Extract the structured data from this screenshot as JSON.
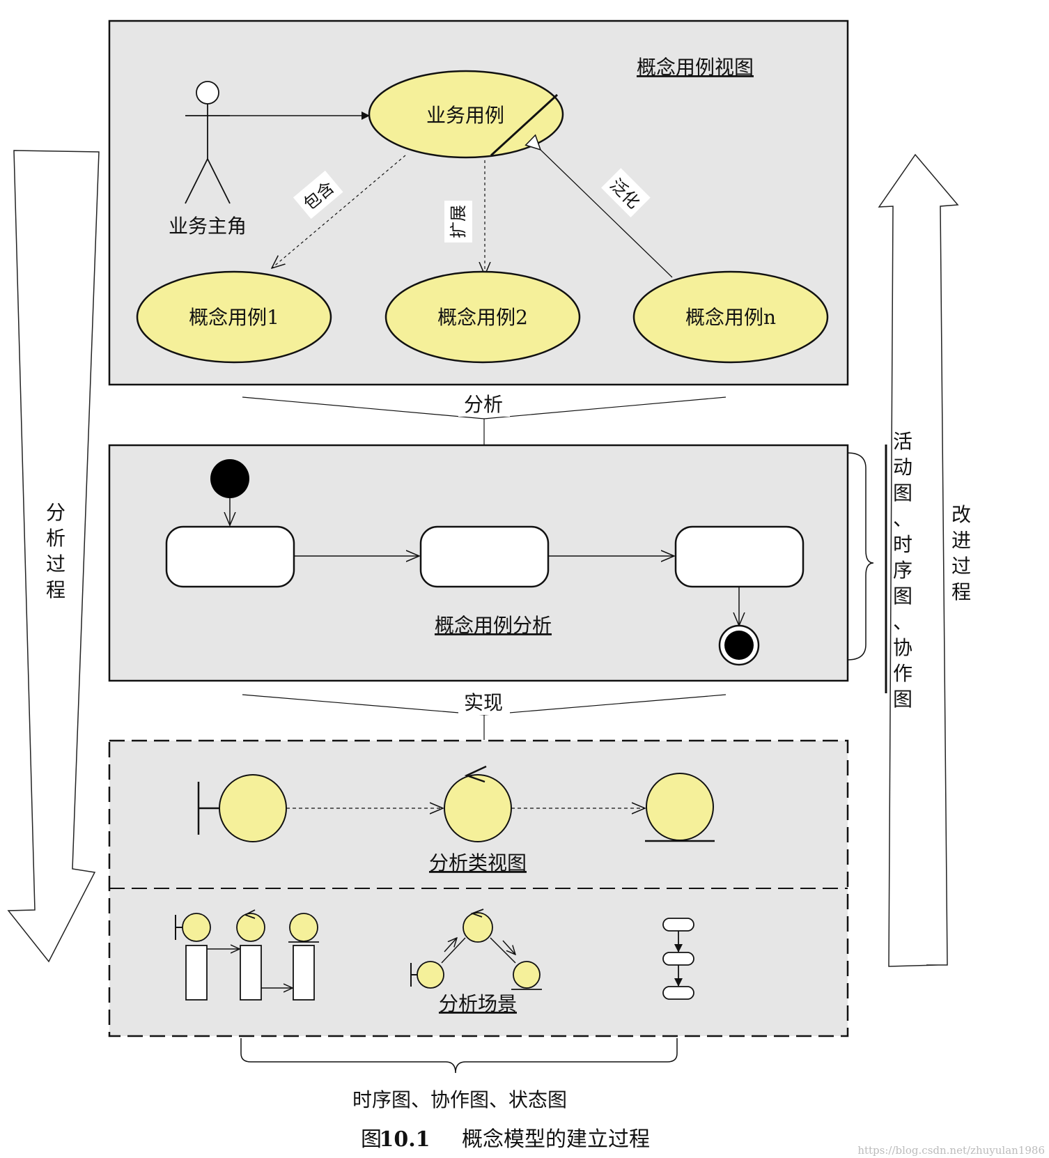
{
  "use_case_view": {
    "title": "概念用例视图",
    "business_actor": "业务主角",
    "business_use_case": "业务用例",
    "concept_use_cases": [
      "概念用例1",
      "概念用例2",
      "概念用例n"
    ],
    "relations": {
      "include": "包含",
      "extend": "扩展",
      "generalize": "泛化"
    }
  },
  "steps": {
    "analyze": "分析",
    "realize": "实现"
  },
  "use_case_analysis": {
    "title": "概念用例分析",
    "side_label": [
      "活",
      "动",
      "图",
      "、",
      "时",
      "序",
      "图",
      "、",
      "协",
      "作",
      "图"
    ]
  },
  "analysis_class_view": {
    "title": "分析类视图"
  },
  "analysis_scenario": {
    "title": "分析场景"
  },
  "bottom_label": "时序图、协作图、状态图",
  "left_arrow_label": [
    "分",
    "析",
    "过",
    "程"
  ],
  "right_arrow_label": [
    "改",
    "进",
    "过",
    "程"
  ],
  "caption": {
    "prefix": "图",
    "number": "10.1",
    "text": "概念模型的建立过程"
  },
  "watermark": "https://blog.csdn.net/zhuyulan1986",
  "colors": {
    "panel": "#e6e6e6",
    "ellipse": "#f5f09a",
    "ink": "#111111"
  }
}
